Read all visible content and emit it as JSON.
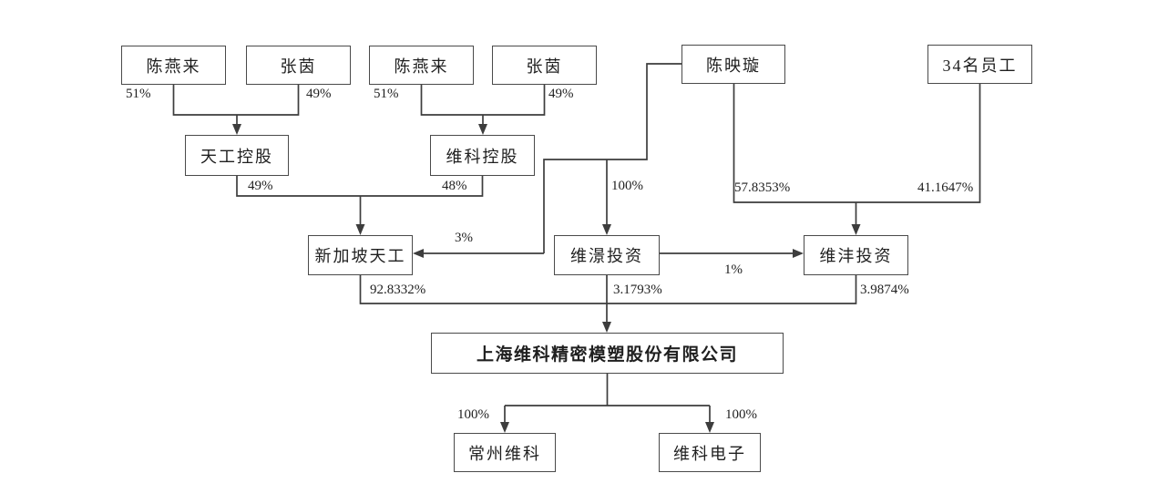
{
  "diagram_type": "equity-ownership-structure",
  "colors": {
    "background": "#ffffff",
    "line": "#3d3d3d",
    "box_border": "#4a4a4a",
    "text": "#1f1f1f"
  },
  "nodes": {
    "chen_yanlai_1": {
      "label": "陈燕来"
    },
    "zhang_yin_1": {
      "label": "张茵"
    },
    "chen_yanlai_2": {
      "label": "陈燕来"
    },
    "zhang_yin_2": {
      "label": "张茵"
    },
    "chen_yingxuan": {
      "label": "陈映璇"
    },
    "employees_34": {
      "label": "34名员工"
    },
    "tiangong_holdings": {
      "label": "天工控股"
    },
    "weike_holdings": {
      "label": "维科控股"
    },
    "singapore_tiangong": {
      "label": "新加坡天工"
    },
    "weijing_investment": {
      "label": "维澋投资"
    },
    "weifeng_investment": {
      "label": "维沣投资"
    },
    "company": {
      "label": "上海维科精密模塑股份有限公司"
    },
    "changzhou_weike": {
      "label": "常州维科"
    },
    "weike_electronics": {
      "label": "维科电子"
    }
  },
  "edges": [
    {
      "from": "陈燕来",
      "to": "天工控股",
      "label": "51%"
    },
    {
      "from": "张茵",
      "to": "天工控股",
      "label": "49%"
    },
    {
      "from": "陈燕来",
      "to": "维科控股",
      "label": "51%"
    },
    {
      "from": "张茵",
      "to": "维科控股",
      "label": "49%"
    },
    {
      "from": "天工控股",
      "to": "新加坡天工",
      "label": "49%"
    },
    {
      "from": "维科控股",
      "to": "新加坡天工",
      "label": "48%"
    },
    {
      "from": "陈映璇",
      "to": "维澋投资",
      "label": "100%"
    },
    {
      "from": "陈映璇",
      "to": "维沣投资",
      "label": "57.8353%"
    },
    {
      "from": "34名员工",
      "to": "维沣投资",
      "label": "41.1647%"
    },
    {
      "from": "陈映璇",
      "to": "新加坡天工",
      "label": "3%"
    },
    {
      "from": "维澋投资",
      "to": "维沣投资",
      "label": "1%"
    },
    {
      "from": "新加坡天工",
      "to": "上海维科精密模塑股份有限公司",
      "label": "92.8332%"
    },
    {
      "from": "维澋投资",
      "to": "上海维科精密模塑股份有限公司",
      "label": "3.1793%"
    },
    {
      "from": "维沣投资",
      "to": "上海维科精密模塑股份有限公司",
      "label": "3.9874%"
    },
    {
      "from": "上海维科精密模塑股份有限公司",
      "to": "常州维科",
      "label": "100%"
    },
    {
      "from": "上海维科精密模塑股份有限公司",
      "to": "维科电子",
      "label": "100%"
    }
  ]
}
